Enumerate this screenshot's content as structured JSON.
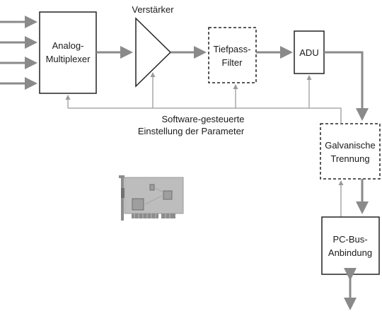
{
  "blocks": {
    "multiplexer": {
      "line1": "Analog-",
      "line2": "Multiplexer"
    },
    "amplifier": {
      "label": "Verstärker"
    },
    "lowpass": {
      "line1": "Tiefpass-",
      "line2": "Filter"
    },
    "adc": {
      "label": "ADU"
    },
    "isolation": {
      "line1": "Galvanische",
      "line2": "Trennung"
    },
    "bus": {
      "line1": "PC-Bus-",
      "line2": "Anbindung"
    }
  },
  "control": {
    "line1": "Software-gesteuerte",
    "line2": "Einstellung der Parameter"
  },
  "colors": {
    "thick_line": "#8a8a8a",
    "thin_line": "#9a9a9a",
    "box_border": "#222222",
    "card_body": "#bdbdbd",
    "card_chip": "#9e9e9e"
  },
  "icons": {
    "card": "pci-expansion-card-icon"
  }
}
